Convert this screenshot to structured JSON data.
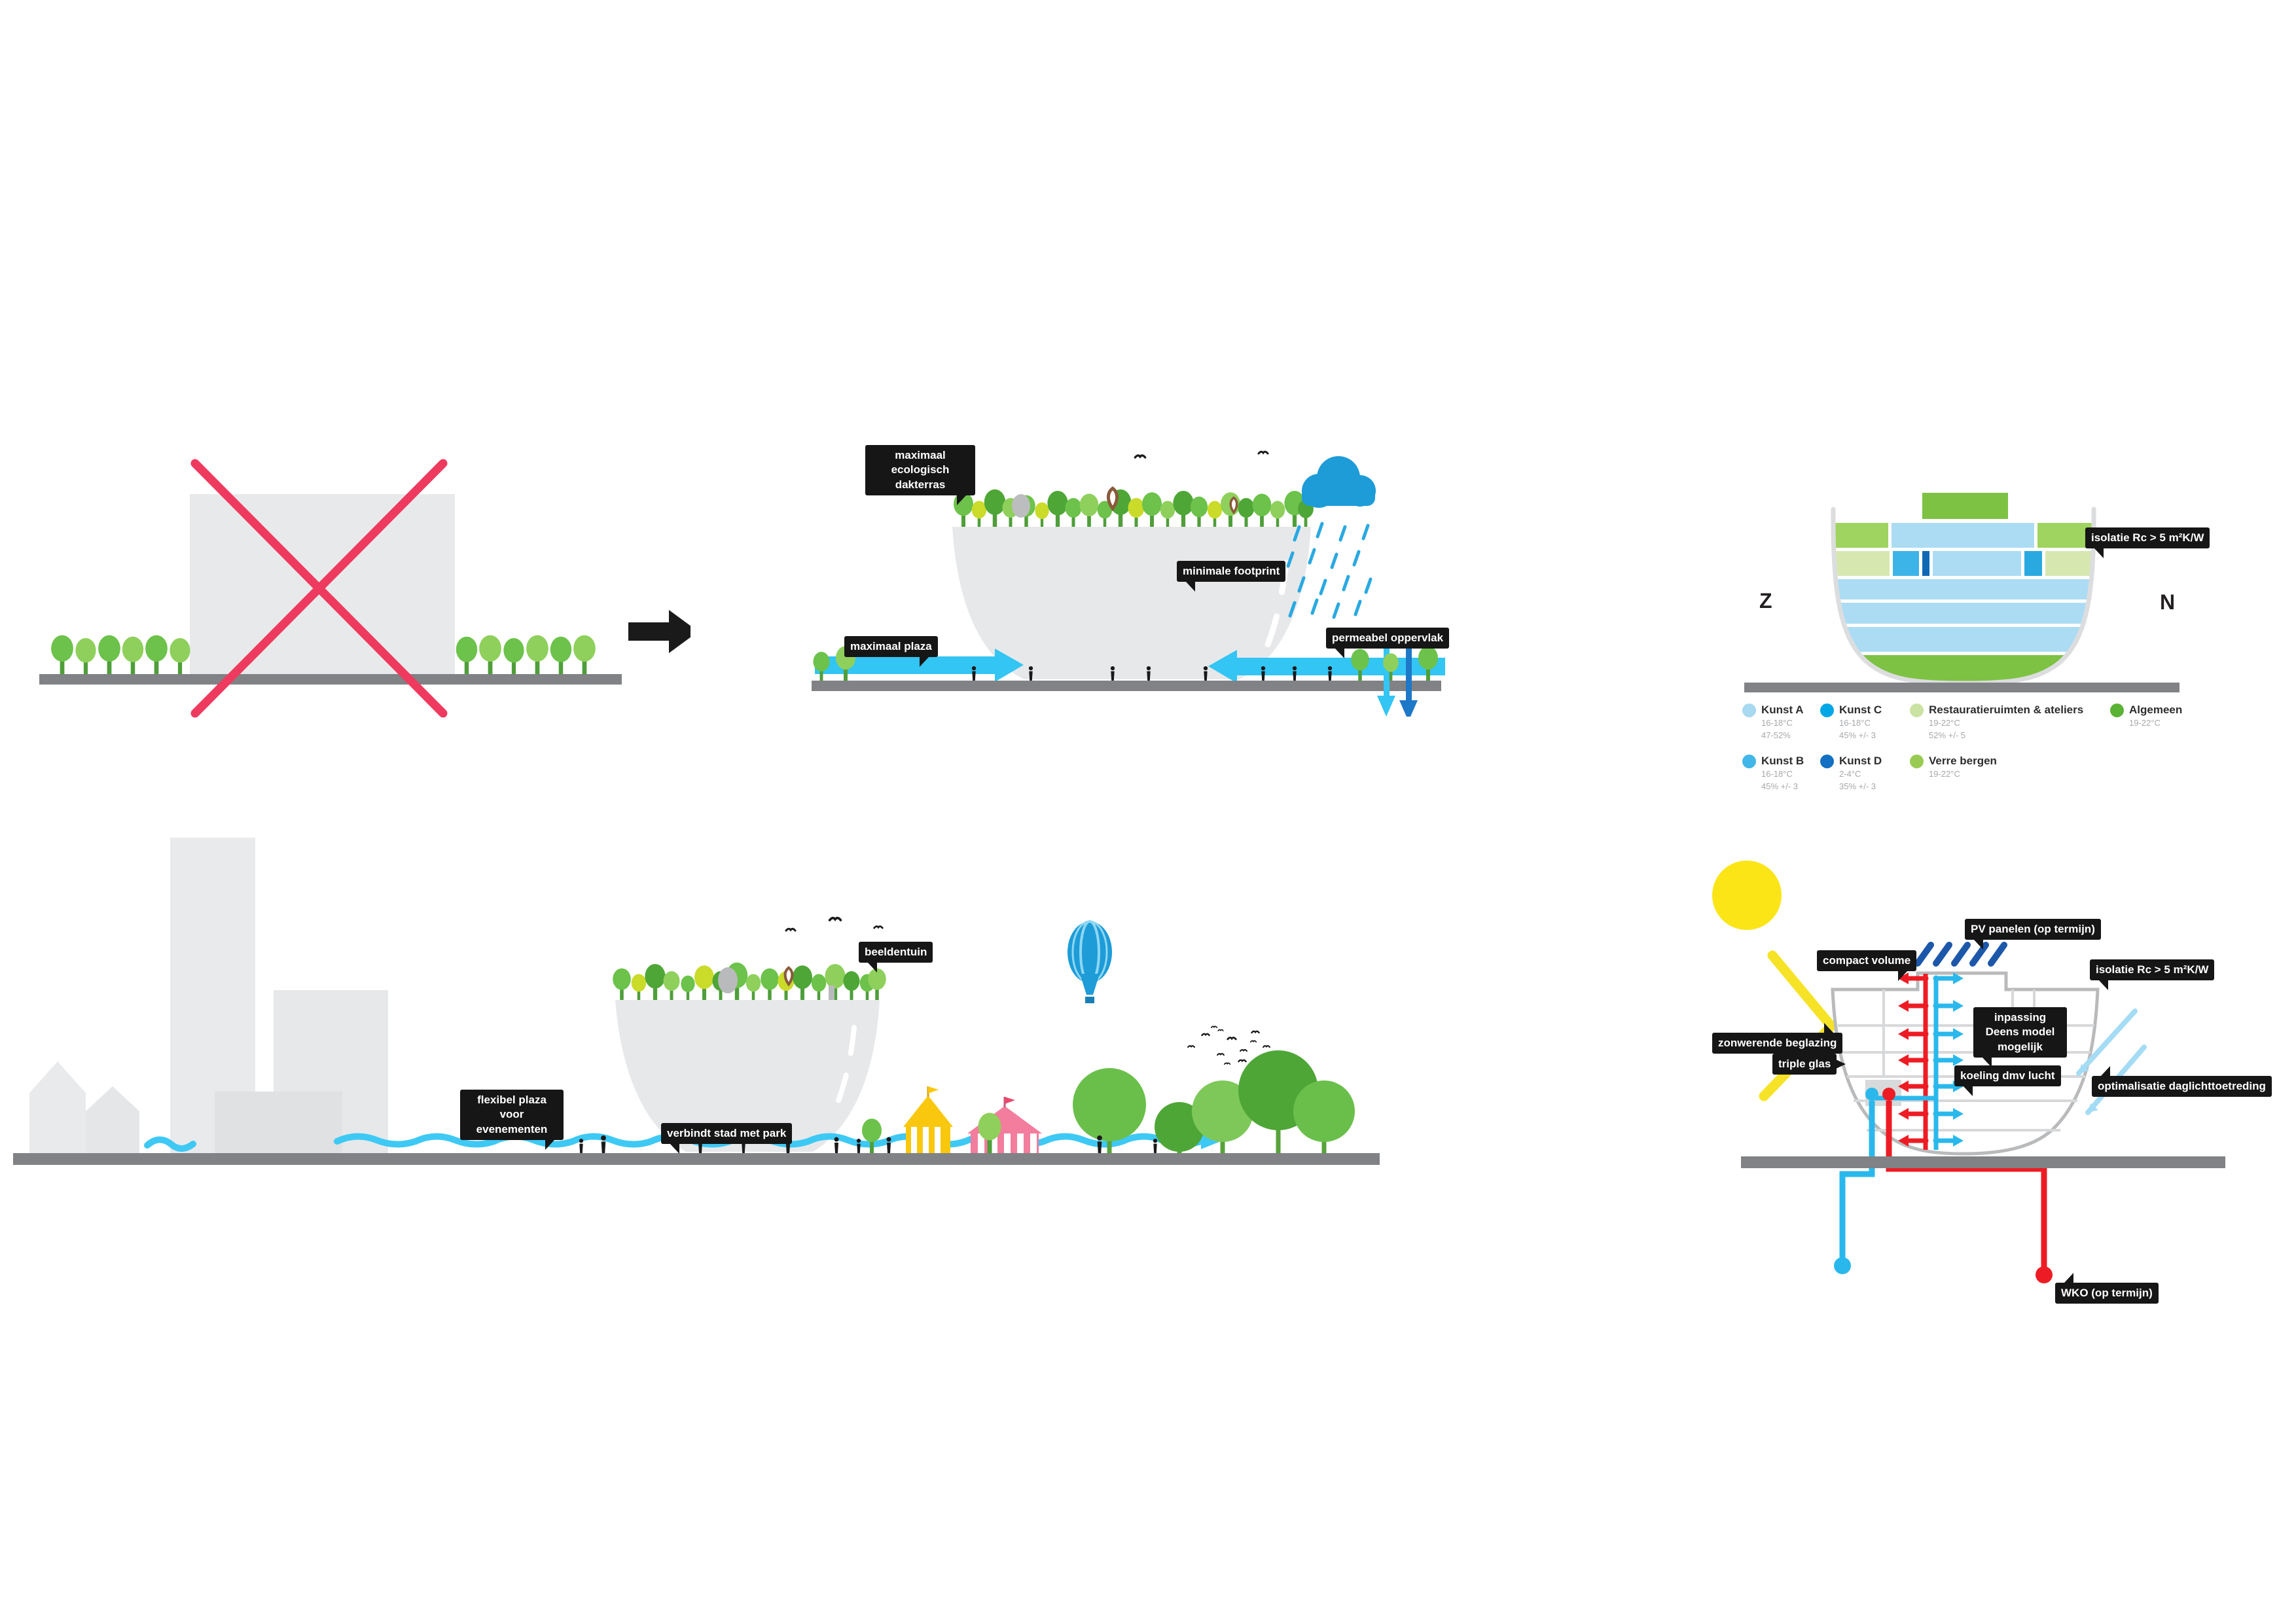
{
  "sheet": {
    "background": "#ffffff"
  },
  "concept": {
    "roof_terrace_label": "maximaal ecologisch dakterras",
    "footprint_label": "minimale footprint",
    "plaza_label": "maximaal plaza",
    "permeable_label": "permeabel oppervlak"
  },
  "section": {
    "insulation_label": "isolatie Rc > 5 m²K/W",
    "south_marker": "Z",
    "north_marker": "N",
    "legend": [
      {
        "name": "Kunst A",
        "color": "#a7d9f1",
        "specs": [
          "16-18°C",
          "47-52%"
        ]
      },
      {
        "name": "Kunst B",
        "color": "#41b6e9",
        "specs": [
          "16-18°C",
          "45% +/- 3"
        ]
      },
      {
        "name": "Kunst C",
        "color": "#00a6e5",
        "specs": [
          "16-18°C",
          "45% +/- 3"
        ]
      },
      {
        "name": "Kunst D",
        "color": "#1470c2",
        "specs": [
          "2-4°C",
          "35% +/- 3"
        ]
      },
      {
        "name": "Restauratieruimten & ateliers",
        "color": "#cbe3a2",
        "specs": [
          "19-22°C",
          "52% +/- 5"
        ]
      },
      {
        "name": "Verre bergen",
        "color": "#99cb52",
        "specs": [
          "19-22°C"
        ]
      },
      {
        "name": "Algemeen",
        "color": "#5ab333",
        "specs": [
          "19-22°C"
        ]
      }
    ]
  },
  "park": {
    "flexible_plaza_label": "flexibel plaza voor evenementen",
    "connects_label": "verbindt stad met park",
    "sculpture_garden_label": "beeldentuin"
  },
  "energy": {
    "compact_volume_label": "compact volume",
    "pv_label": "PV panelen (op termijn)",
    "insulation_label": "isolatie Rc > 5 m²K/W",
    "solar_glazing_label": "zonwerende beglazing",
    "triple_glass_label": "triple glas",
    "danish_model_label": "inpassing Deens model mogelijk",
    "cooling_label": "koeling dmv lucht",
    "daylight_label": "optimalisatie daglichttoetreding",
    "wko_label": "WKO (op termijn)"
  },
  "icons": {
    "rejected_cross_icon": "red diagonal X over massing",
    "arrow_right_icon": "black right arrow",
    "rain_cloud_icon": "blue cloud with rain streaks",
    "sun_icon": "yellow sun disc with reflected rays",
    "hot_air_balloon_icon": "blue striped hot air balloon",
    "bird_icon": "black bird silhouette",
    "tree_icon": "green park tree",
    "tent_icon": "striped event tent",
    "pv_panel_icon": "dark blue PV hatch marks",
    "heat_pipe_icon": "red supply pipe with arrows",
    "cool_pipe_icon": "cyan return pipe with arrows",
    "wko_well_icon": "ground source pipe with end dot",
    "daylight_arrow_icon": "light blue diagonal daylight arrows"
  },
  "colors": {
    "building_grey": "#e8e9ea",
    "ground_grey": "#808285",
    "label_bg": "#161616",
    "cross_red": "#ee3a5e",
    "cyan_arrow": "#33c5f3",
    "wave_cyan": "#3ec9f5",
    "cloud_blue": "#1d9cd8",
    "sun_yellow": "#fbe517",
    "pipe_red": "#ed1c24",
    "pipe_cyan": "#2ab8ec",
    "pv_blue": "#1c57aa",
    "floor_blue": "#abdcf4",
    "floor_green": "#9ed45f",
    "floor_light_green": "#d6e8b0",
    "roof_green": "#7dc243",
    "tree_green": "#6cc24a",
    "tree_lime": "#cadb2a",
    "tree_dark": "#4ea636",
    "tent_pink": "#f27d9d",
    "tent_yellow": "#f9c80e"
  }
}
